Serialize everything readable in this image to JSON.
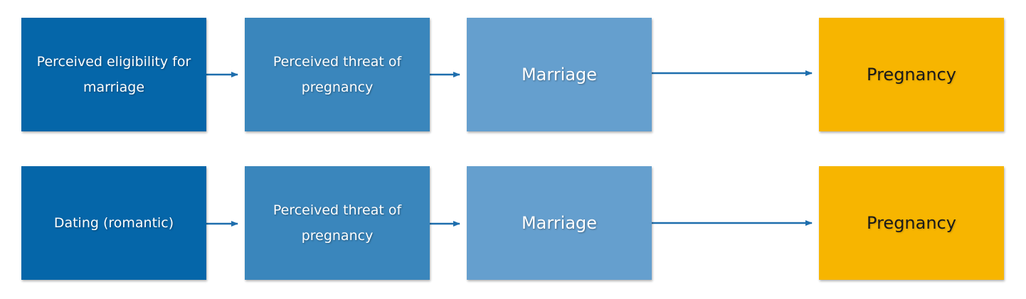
{
  "colors": {
    "box_dark": "#0566A9",
    "box_mid": "#3A86BC",
    "box_light": "#659FCE",
    "box_yellow": "#F7B500",
    "arrow": "#1E6EAD"
  },
  "rows": [
    {
      "boxes": [
        {
          "label": "Perceived eligibility for marriage"
        },
        {
          "label": "Perceived threat of pregnancy"
        },
        {
          "label": "Marriage"
        },
        {
          "label": "Pregnancy"
        }
      ]
    },
    {
      "boxes": [
        {
          "label": "Dating (romantic)"
        },
        {
          "label": "Perceived threat of pregnancy"
        },
        {
          "label": "Marriage"
        },
        {
          "label": "Pregnancy"
        }
      ]
    }
  ]
}
